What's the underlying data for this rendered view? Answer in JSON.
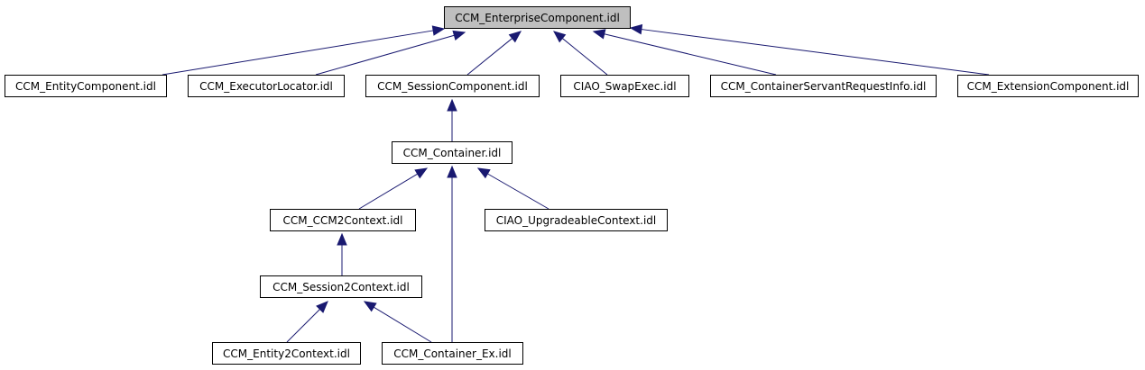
{
  "diagram": {
    "root": "CCM_EnterpriseComponent.idl",
    "nodes": [
      {
        "id": "enterprise",
        "label": "CCM_EnterpriseComponent.idl"
      },
      {
        "id": "entity",
        "label": "CCM_EntityComponent.idl"
      },
      {
        "id": "executor",
        "label": "CCM_ExecutorLocator.idl"
      },
      {
        "id": "session",
        "label": "CCM_SessionComponent.idl"
      },
      {
        "id": "swapexec",
        "label": "CIAO_SwapExec.idl"
      },
      {
        "id": "servantreq",
        "label": "CCM_ContainerServantRequestInfo.idl"
      },
      {
        "id": "extension",
        "label": "CCM_ExtensionComponent.idl"
      },
      {
        "id": "container",
        "label": "CCM_Container.idl"
      },
      {
        "id": "ccm2ctx",
        "label": "CCM_CCM2Context.idl"
      },
      {
        "id": "upgradeable",
        "label": "CIAO_UpgradeableContext.idl"
      },
      {
        "id": "session2ctx",
        "label": "CCM_Session2Context.idl"
      },
      {
        "id": "entity2ctx",
        "label": "CCM_Entity2Context.idl"
      },
      {
        "id": "containerex",
        "label": "CCM_Container_Ex.idl"
      }
    ],
    "edges": [
      {
        "from": "entity",
        "to": "enterprise"
      },
      {
        "from": "executor",
        "to": "enterprise"
      },
      {
        "from": "session",
        "to": "enterprise"
      },
      {
        "from": "swapexec",
        "to": "enterprise"
      },
      {
        "from": "servantreq",
        "to": "enterprise"
      },
      {
        "from": "extension",
        "to": "enterprise"
      },
      {
        "from": "container",
        "to": "session"
      },
      {
        "from": "ccm2ctx",
        "to": "container"
      },
      {
        "from": "upgradeable",
        "to": "container"
      },
      {
        "from": "containerex",
        "to": "container"
      },
      {
        "from": "session2ctx",
        "to": "ccm2ctx"
      },
      {
        "from": "entity2ctx",
        "to": "session2ctx"
      },
      {
        "from": "containerex",
        "to": "session2ctx"
      }
    ],
    "colors": {
      "edge": "#191970",
      "arrowhead": "#191970",
      "node_border": "#000000",
      "root_fill": "#bfbfbf",
      "node_fill": "#ffffff"
    }
  }
}
